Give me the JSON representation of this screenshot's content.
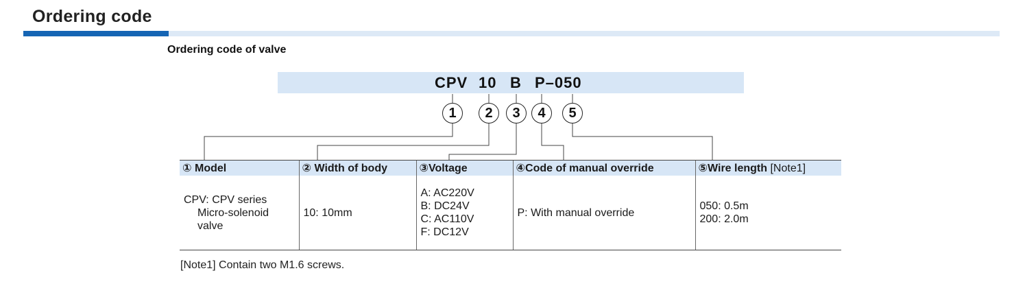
{
  "header": {
    "section_title": "Ordering code",
    "subtitle": "Ordering code of valve"
  },
  "code": {
    "parts": [
      "CPV",
      "10",
      "B",
      "P–050"
    ],
    "markers": [
      "1",
      "2",
      "3",
      "4",
      "5"
    ]
  },
  "table": {
    "headers": {
      "model": "① Model",
      "width": "② Width of  body",
      "voltage": "③Voltage",
      "override": "④Code of manual override",
      "wire": "⑤Wire length",
      "wire_note": "[Note1]"
    },
    "model": {
      "line1": "CPV: CPV series",
      "line2": "Micro-solenoid",
      "line3": "valve"
    },
    "width": {
      "value": "10: 10mm"
    },
    "voltage": {
      "items": [
        "A: AC220V",
        "B: DC24V",
        "C: AC110V",
        "F: DC12V"
      ]
    },
    "override": {
      "value": "P: With manual override"
    },
    "wire": {
      "items": [
        "050: 0.5m",
        "200: 2.0m"
      ]
    }
  },
  "note": "[Note1]  Contain two M1.6 screws.",
  "colors": {
    "accent_dark": "#1565b4",
    "accent_light": "#dde9f6",
    "header_fill": "#d7e6f6"
  }
}
